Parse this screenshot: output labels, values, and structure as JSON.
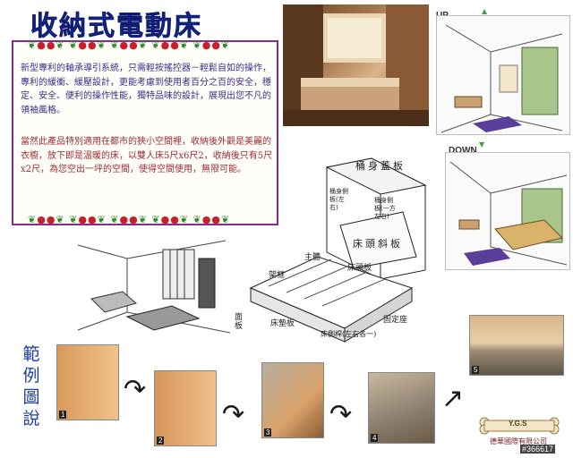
{
  "title": "收納式電動床",
  "intro": {
    "paragraph1": "新型專利的軸承導引系統，只需輕按搖控器－輕鬆自如的操作，專利的緩衝、緩壓設計，更能考慮到使用者百分之百的安全，穩定、安全、便利的操作性能，獨特品味的設計，展現出您不凡的領袖風格。",
    "paragraph2": "當然此產品特別適用在都市的狹小空間裡，收納後外觀是美麗的衣櫥，放下即是溫暖的床，以雙人床5尺x6尺2，收納後只有5尺x2尺，為您空出一坪的空間，使得空間使用，無限可能。"
  },
  "views": {
    "up_label": "UP",
    "down_label": "DOWN"
  },
  "diagram_labels": {
    "top_board": "桶身蓋板",
    "side_board": "桶身側板(左右)",
    "side_board_2": "桶身側板(一方左右)",
    "headboard": "床頭斜板",
    "main_body": "主體",
    "frame": "架框",
    "bed_board": "床頭板",
    "face_board": "面板",
    "bed_bottom": "床墊板",
    "bed_pole": "床側桿(左右各一)",
    "fixed_base": "固定座"
  },
  "examples": {
    "side_label": "範例圖說",
    "steps": [
      "1",
      "2",
      "3",
      "4",
      "5"
    ]
  },
  "logo": {
    "brand": "Y.G.S",
    "company": "德華國際有限公司"
  },
  "stock_id": "#366617",
  "icons": {
    "holly": "holly-ornament-icon",
    "arrow": "curved-arrow-icon",
    "triangle": "triangle-marker-icon"
  }
}
